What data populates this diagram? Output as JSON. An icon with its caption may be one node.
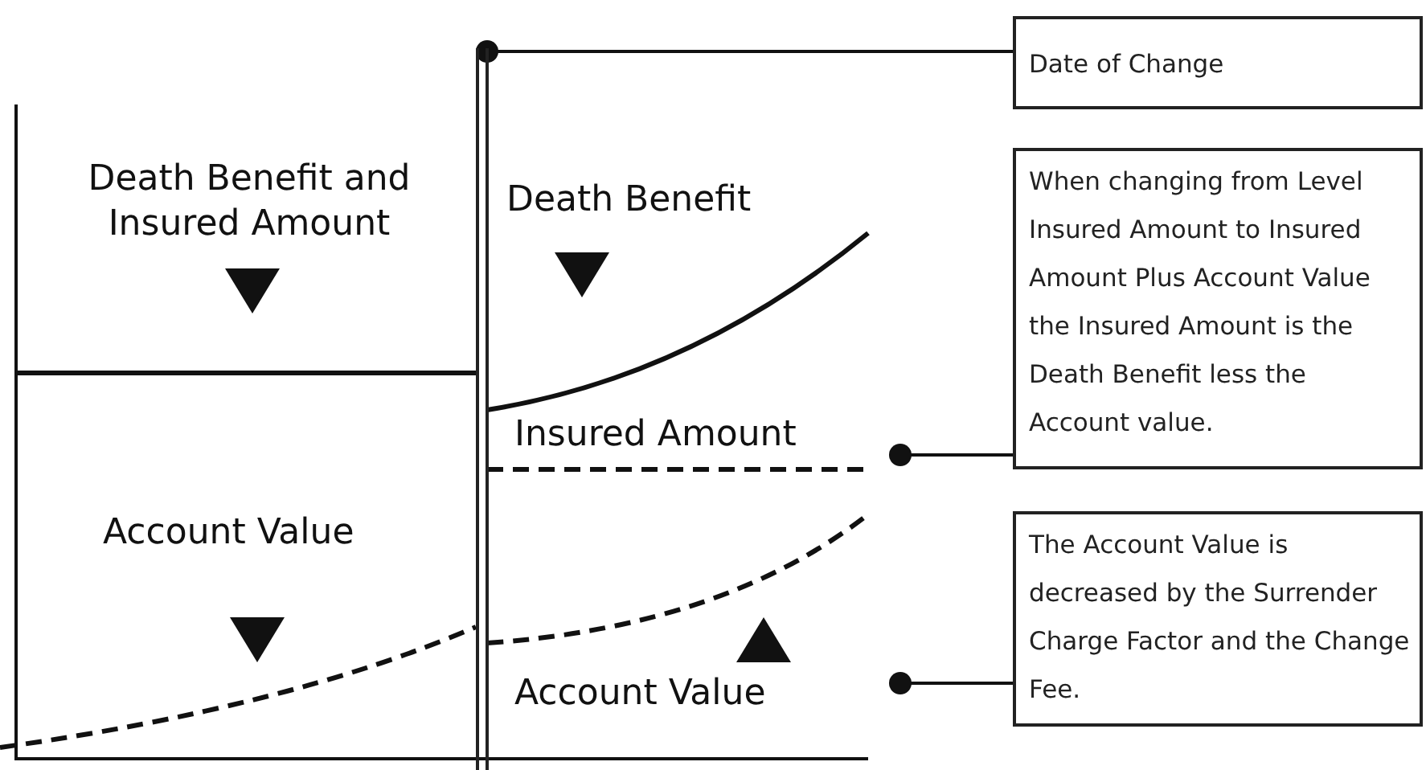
{
  "diagram": {
    "nodes": [
      {
        "text": [
          "Date of Change"
        ]
      },
      {
        "text": [
          "When changing from Level Insured Amount to Insured Amount Plus Account Value the Insured Amount is the Death Benefit less the Account value."
        ]
      },
      {
        "text": [
          "The Account Value is decreased by the Surrender Charge Factor and the Change Fee."
        ]
      },
      {
        "text": [],
        "shape": "bar"
      }
    ],
    "edges": [
      {
        "from": 0,
        "to": 3,
        "arrow": "other"
      },
      {
        "from": 1,
        "to": null,
        "arrow": "other"
      },
      {
        "from": 2,
        "to": null,
        "arrow": "other"
      }
    ],
    "labels": [
      "Death Benefit and Insured Amount",
      "Death Benefit",
      "Insured Amount",
      "Account Value",
      "Account Value"
    ]
  }
}
